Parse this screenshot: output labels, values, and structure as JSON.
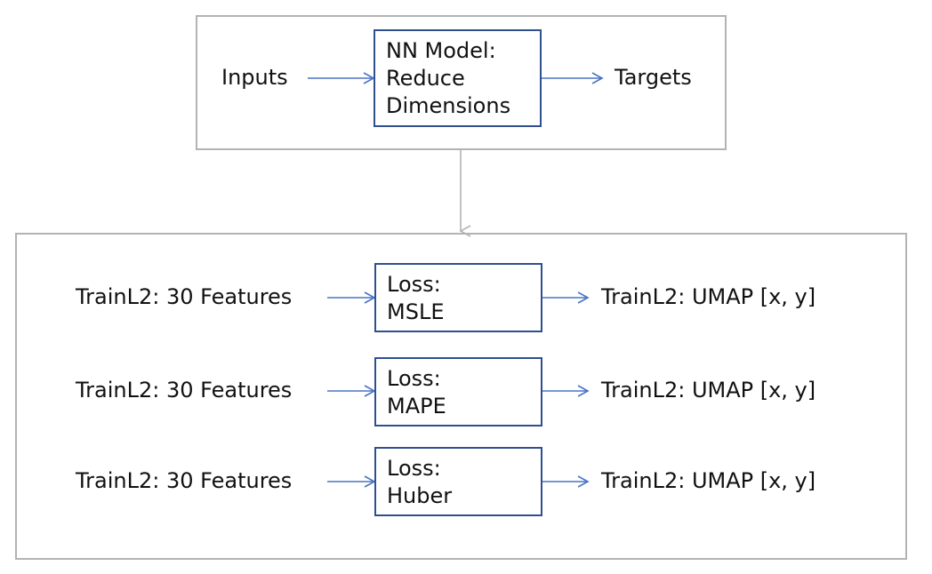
{
  "colors": {
    "edge": "#4a74c4",
    "frame": "#b3b3b3",
    "box_border": "#2f4f8f",
    "connector": "#b3b3b3"
  },
  "top": {
    "input": "Inputs",
    "model_lines": [
      "NN Model:",
      "Reduce",
      "Dimensions"
    ],
    "output": "Targets"
  },
  "rows": [
    {
      "input": "TrainL2: 30 Features",
      "loss_lines": [
        "Loss:",
        "MSLE"
      ],
      "output": "TrainL2: UMAP [x, y]"
    },
    {
      "input": "TrainL2: 30 Features",
      "loss_lines": [
        "Loss:",
        "MAPE"
      ],
      "output": "TrainL2: UMAP [x, y]"
    },
    {
      "input": "TrainL2: 30 Features",
      "loss_lines": [
        "Loss:",
        "Huber"
      ],
      "output": "TrainL2: UMAP [x, y]"
    }
  ]
}
